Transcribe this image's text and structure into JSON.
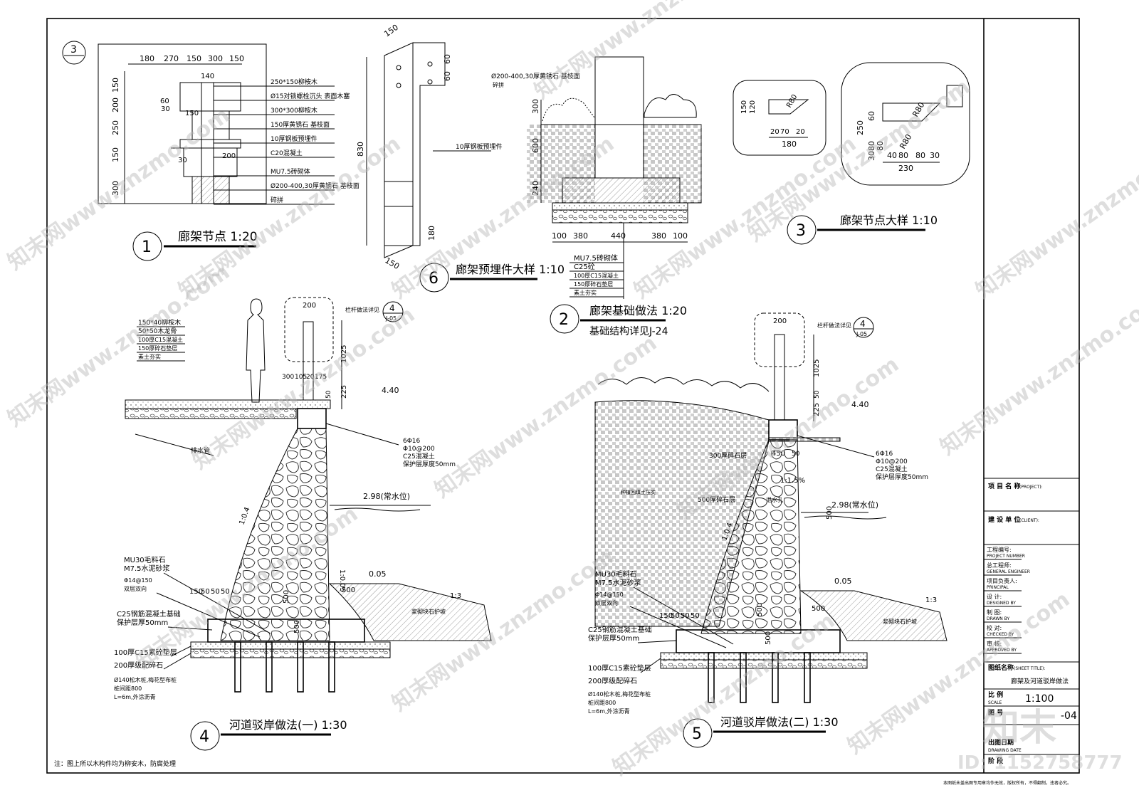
{
  "details": {
    "d1": {
      "num": "1",
      "title": "廊架节点 1:20",
      "ref": "3",
      "dims_top": [
        "180",
        "270",
        "150",
        "300",
        "150"
      ],
      "dims_left": [
        "150",
        "200",
        "250",
        "150",
        "300"
      ],
      "labels": [
        "250*150柳桉木",
        "Ø15对锁螺栓沉头 表面木塞",
        "300*300柳桉木",
        "150厚黄锈石 基枝面",
        "10厚钢板预埋件",
        "C20混凝土",
        "MU7.5砖砌体",
        "Ø200-400,30厚黄锈石 基枝面",
        "碎拼"
      ],
      "inner": [
        "140",
        "150",
        "200",
        "30",
        "60",
        "30"
      ]
    },
    "d6": {
      "num": "6",
      "title": "廊架预埋件大样 1:10",
      "dims": [
        "150",
        "60",
        "60",
        "830",
        "180",
        "150"
      ],
      "label": "10厚钢板预埋件"
    },
    "d2": {
      "num": "2",
      "title": "廊架基础做法 1:20",
      "subtitle": "基础结构详见J-24",
      "top_label": "Ø200-400,30厚黄锈石 基枝面",
      "top_label2": "碎拼",
      "dims_bottom": [
        "100",
        "380",
        "440",
        "380",
        "100"
      ],
      "dims_left": [
        "300",
        "600",
        "240"
      ],
      "layers": [
        "MU7.5砖砌体",
        "C25砼",
        "100厚C15混凝土",
        "150厚碎石垫层",
        "素土夯实"
      ]
    },
    "d3": {
      "num": "3",
      "title": "廊架节点大样 1:10",
      "a": [
        "150",
        "120",
        "R80",
        "20",
        "70",
        "20",
        "180"
      ],
      "b": [
        "250",
        "80",
        "60",
        "30",
        "80",
        "R80",
        "R80",
        "40",
        "80",
        "80",
        "30",
        "230"
      ]
    },
    "d4": {
      "num": "4",
      "title": "河道驳岸做法(一) 1:30",
      "ref_num": "4",
      "ref_sheet": "J-05",
      "rail": "栏杆做法详见",
      "top_dims": [
        "200",
        "1025",
        "300",
        "105",
        "20",
        "175",
        "50",
        "225"
      ],
      "levels": [
        "4.40",
        "2.98(常水位)",
        "0.05"
      ],
      "layers": [
        "150*40柳桉木",
        "50*50木龙骨",
        "100厚C15混凝土",
        "150厚碎石垫层",
        "素土夯实"
      ],
      "pipe": "排水管",
      "rebar": [
        "6Φ16",
        "Φ10@200",
        "C25混凝土",
        "保护层厚度50mm"
      ],
      "slopes": [
        "1:0.4",
        "1:0.05",
        "1:3"
      ],
      "left": [
        "MU30毛料石",
        "M7.5水泥砂浆",
        "Φ14@150",
        "双层双向",
        "C25钢筋混凝土基础",
        "保护层厚50mm",
        "100厚C15素砼垫层",
        "200厚级配碎石",
        "Ø140松木桩,梅花型布桩",
        "桩间距800",
        "L=6m,外涂沥青"
      ],
      "dims": [
        "150",
        "50",
        "50",
        "50",
        "500",
        "500",
        "500"
      ],
      "toe": "浆砌块石护坡"
    },
    "d5": {
      "num": "5",
      "title": "河道驳岸做法(二) 1:30",
      "ref_num": "4",
      "ref_sheet": "J-05",
      "rail": "栏杆做法详见",
      "top_dims": [
        "200",
        "1025",
        "50",
        "225",
        "450",
        "50"
      ],
      "levels": [
        "4.40",
        "2.98(常水位)",
        "0.05"
      ],
      "soil": [
        "300厚碎石层",
        "种植回填土压实",
        "500厚碎石层",
        "泄水孔",
        "1:1.5%"
      ],
      "rebar": [
        "6Φ16",
        "Φ10@200",
        "C25混凝土",
        "保护层厚度50mm"
      ],
      "slopes": [
        "1:0.4",
        "1:3"
      ],
      "left": [
        "MU30毛料石",
        "M7.5水泥砂浆",
        "Φ14@150",
        "双层双向",
        "C25钢筋混凝土基础",
        "保护层厚50mm",
        "100厚C15素砼垫层",
        "200厚级配碎石",
        "Ø140松木桩,梅花型布桩",
        "桩间距800",
        "L=6m,外涂沥青"
      ],
      "dims": [
        "150",
        "50",
        "50",
        "50",
        "500",
        "500",
        "500"
      ],
      "toe": "浆砌块石护坡"
    }
  },
  "note": "注：图上所以木构件均为柳安木，防腐处理",
  "titleblock": {
    "project": "项 目 名 称",
    "project_en": "(PROJECT):",
    "client": "建 设 单 位",
    "client_en": "(CLIENT):",
    "rows": [
      {
        "cn": "工程编号:",
        "en": "PROJECT NUMBER"
      },
      {
        "cn": "总工程师:",
        "en": "GENERAL ENGINEER"
      },
      {
        "cn": "项目负责人:",
        "en": "PRINCIPAL"
      },
      {
        "cn": "设 计:",
        "en": "DESIGNED BY"
      },
      {
        "cn": "制 图:",
        "en": "DRAWN BY"
      },
      {
        "cn": "校 对:",
        "en": "CHECKED BY"
      },
      {
        "cn": "审 核:",
        "en": "APPROVED BY"
      }
    ],
    "sheet_title_label": "图纸名称",
    "sheet_title_en": "(SHEET TITLE):",
    "sheet_title": "廊架及河道驳岸做法",
    "scale_label": "比 例",
    "scale_en": "SCALE",
    "scale": "1:100",
    "drawing_no_label": "图 号",
    "drawing_no": "-04",
    "date_label": "出图日期",
    "date_en": "DRAWING DATE",
    "phase_label": "阶 段",
    "bottom_note": "本图纸未盖出图专用章均作无效，版权所有，不得翻制，违者必究。"
  },
  "watermarks": {
    "text": "知末网www.znzmo.com",
    "brand": "知末",
    "id": "ID: 1152758777"
  }
}
